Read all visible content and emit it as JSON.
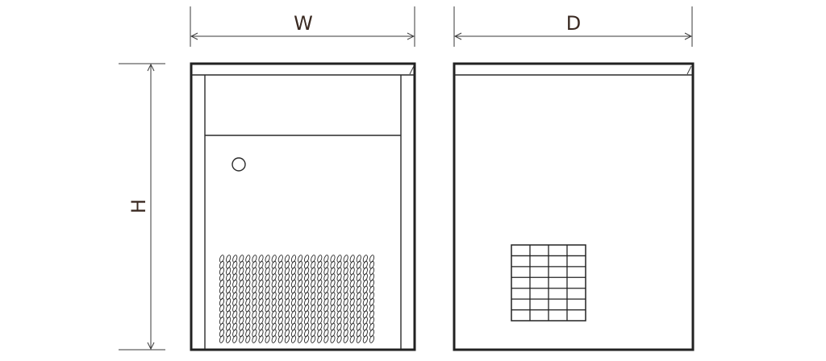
{
  "labels": {
    "width": "W",
    "depth": "D",
    "height": "H"
  },
  "colors": {
    "line": "#222222",
    "text": "#3a2a22",
    "background": "#ffffff"
  },
  "front_vent": {
    "rows": 14,
    "columns": 24
  },
  "side_grille": {
    "rows": 7,
    "columns": 4
  }
}
